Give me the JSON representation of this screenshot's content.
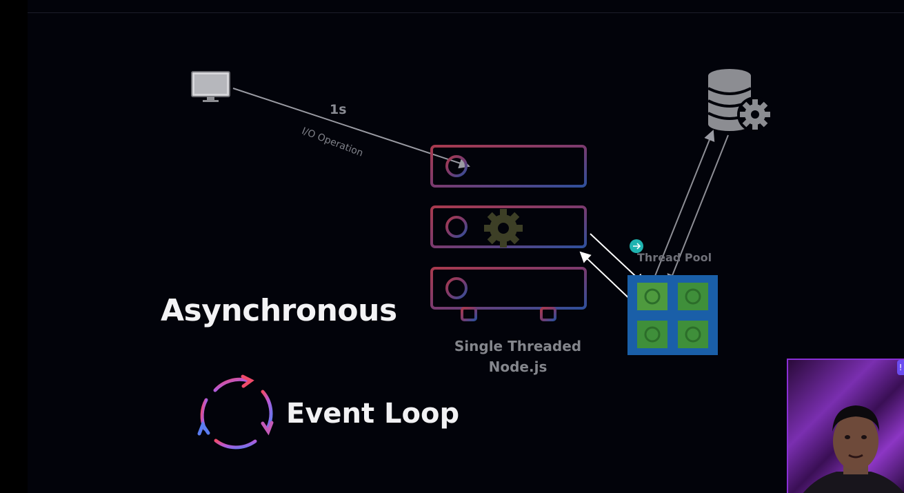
{
  "diagram": {
    "io_time": "1s",
    "io_label": "I/O Operation",
    "server_label_line1": "Single Threaded",
    "server_label_line2": "Node.js",
    "thread_pool_label": "Thread Pool",
    "heading": "Asynchronous",
    "event_loop_label": "Event Loop"
  },
  "icons": [
    "monitor-icon",
    "database-gear-icon",
    "server-rack-icon",
    "gear-icon",
    "thread-pool-icon",
    "event-loop-cycle-icon",
    "cursor-icon"
  ],
  "colors": {
    "background": "#02030a",
    "thread_pool_blue": "#1a5fa8",
    "thread_green": "#3f8f3a",
    "server_gradient_start": "#a83a4e",
    "server_gradient_end": "#2f4f9a",
    "event_loop_red": "#ef4a6a",
    "event_loop_blue": "#5a7cf0",
    "cursor_teal": "#1fb3b0"
  }
}
